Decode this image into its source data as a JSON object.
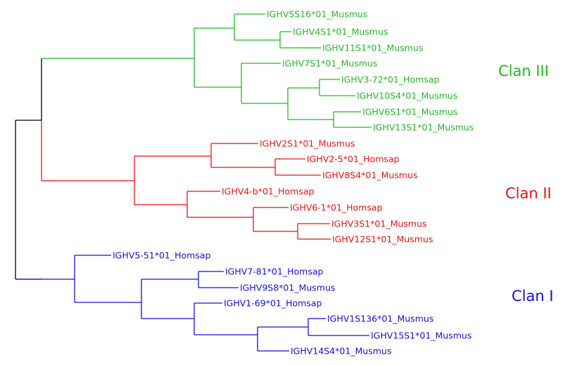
{
  "colors": {
    "root": "#000000",
    "clan_iii": "#22bb22",
    "clan_ii": "#ee1111",
    "clan_i": "#1111dd",
    "background": "#ffffff"
  },
  "clans": {
    "clan_iii": "Clan III",
    "clan_ii": "Clan II",
    "clan_i": "Clan I"
  },
  "leaves": {
    "l01": "IGHV5S16*01_Musmus",
    "l02": "IGHV4S1*01_Musmus",
    "l03": "IGHV11S1*01_Musmus",
    "l04": "IGHV7S1*01_Musmus",
    "l05": "IGHV3-72*01_Homsap",
    "l06": "IGHV10S4*01_Musmus",
    "l07": "IGHV6S1*01_Musmus",
    "l08": "IGHV13S1*01_Musmus",
    "l09": "IGHV2S1*01_Musmus",
    "l10": "IGHV2-5*01_Homsap",
    "l11": "IGHV8S4*01_Musmus",
    "l12": "IGHV4-b*01_Homsap",
    "l13": "IGHV6-1*01_Homsap",
    "l14": "IGHV3S1*01_Musmus",
    "l15": "IGHV12S1*01_Musmus",
    "l16": "IGHV5-51*01_Homsap",
    "l17": "IGHV7-81*01_Homsap",
    "l18": "IGHV9S8*01_Musmus",
    "l19": "IGHV1-69*01_Homsap",
    "l20": "IGHV1S136*01_Musmus",
    "l21": "IGHV15S1*01_Musmus",
    "l22": "IGHV14S4*01_Musmus"
  }
}
